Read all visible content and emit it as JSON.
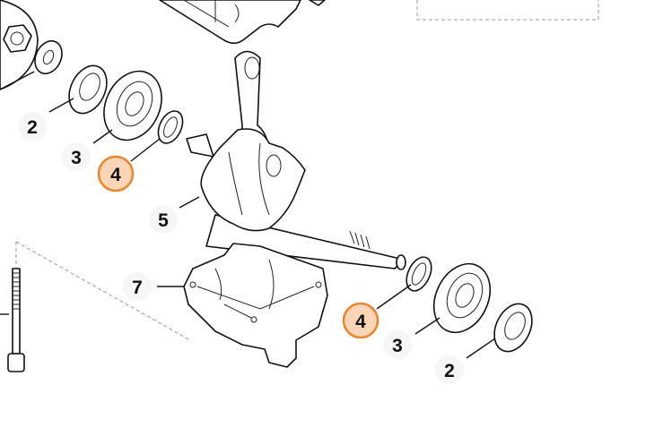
{
  "diagram": {
    "highlight_color": "#e8852f",
    "highlight_fill": "#fbd5b5",
    "callouts": [
      {
        "id": "left-seal",
        "label": "2"
      },
      {
        "id": "left-bearing",
        "label": "3"
      },
      {
        "id": "left-washer",
        "label": "4",
        "highlighted": true
      },
      {
        "id": "crankshaft",
        "label": "5"
      },
      {
        "id": "crankcase-half",
        "label": "7"
      },
      {
        "id": "right-washer",
        "label": "4",
        "highlighted": true
      },
      {
        "id": "right-bearing",
        "label": "3"
      },
      {
        "id": "right-seal",
        "label": "2"
      }
    ]
  }
}
